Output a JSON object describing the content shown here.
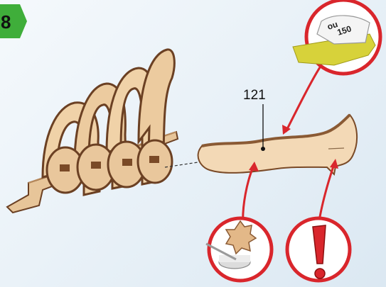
{
  "step": {
    "number": "8",
    "badge_color": "#3fae3a"
  },
  "part": {
    "label": "121"
  },
  "callouts": {
    "sandpaper": {
      "grit": "150",
      "edge_text": "ou",
      "icon": "sandpaper-icon"
    },
    "glue": {
      "icon": "glue-wax-icon"
    },
    "warning": {
      "icon": "exclamation-warning-icon"
    }
  },
  "colors": {
    "accent_red": "#d9262c",
    "wood_light": "#f1d5b0",
    "wood_edge": "#7a4a27",
    "sandpaper_yellow": "#d7d23a"
  }
}
